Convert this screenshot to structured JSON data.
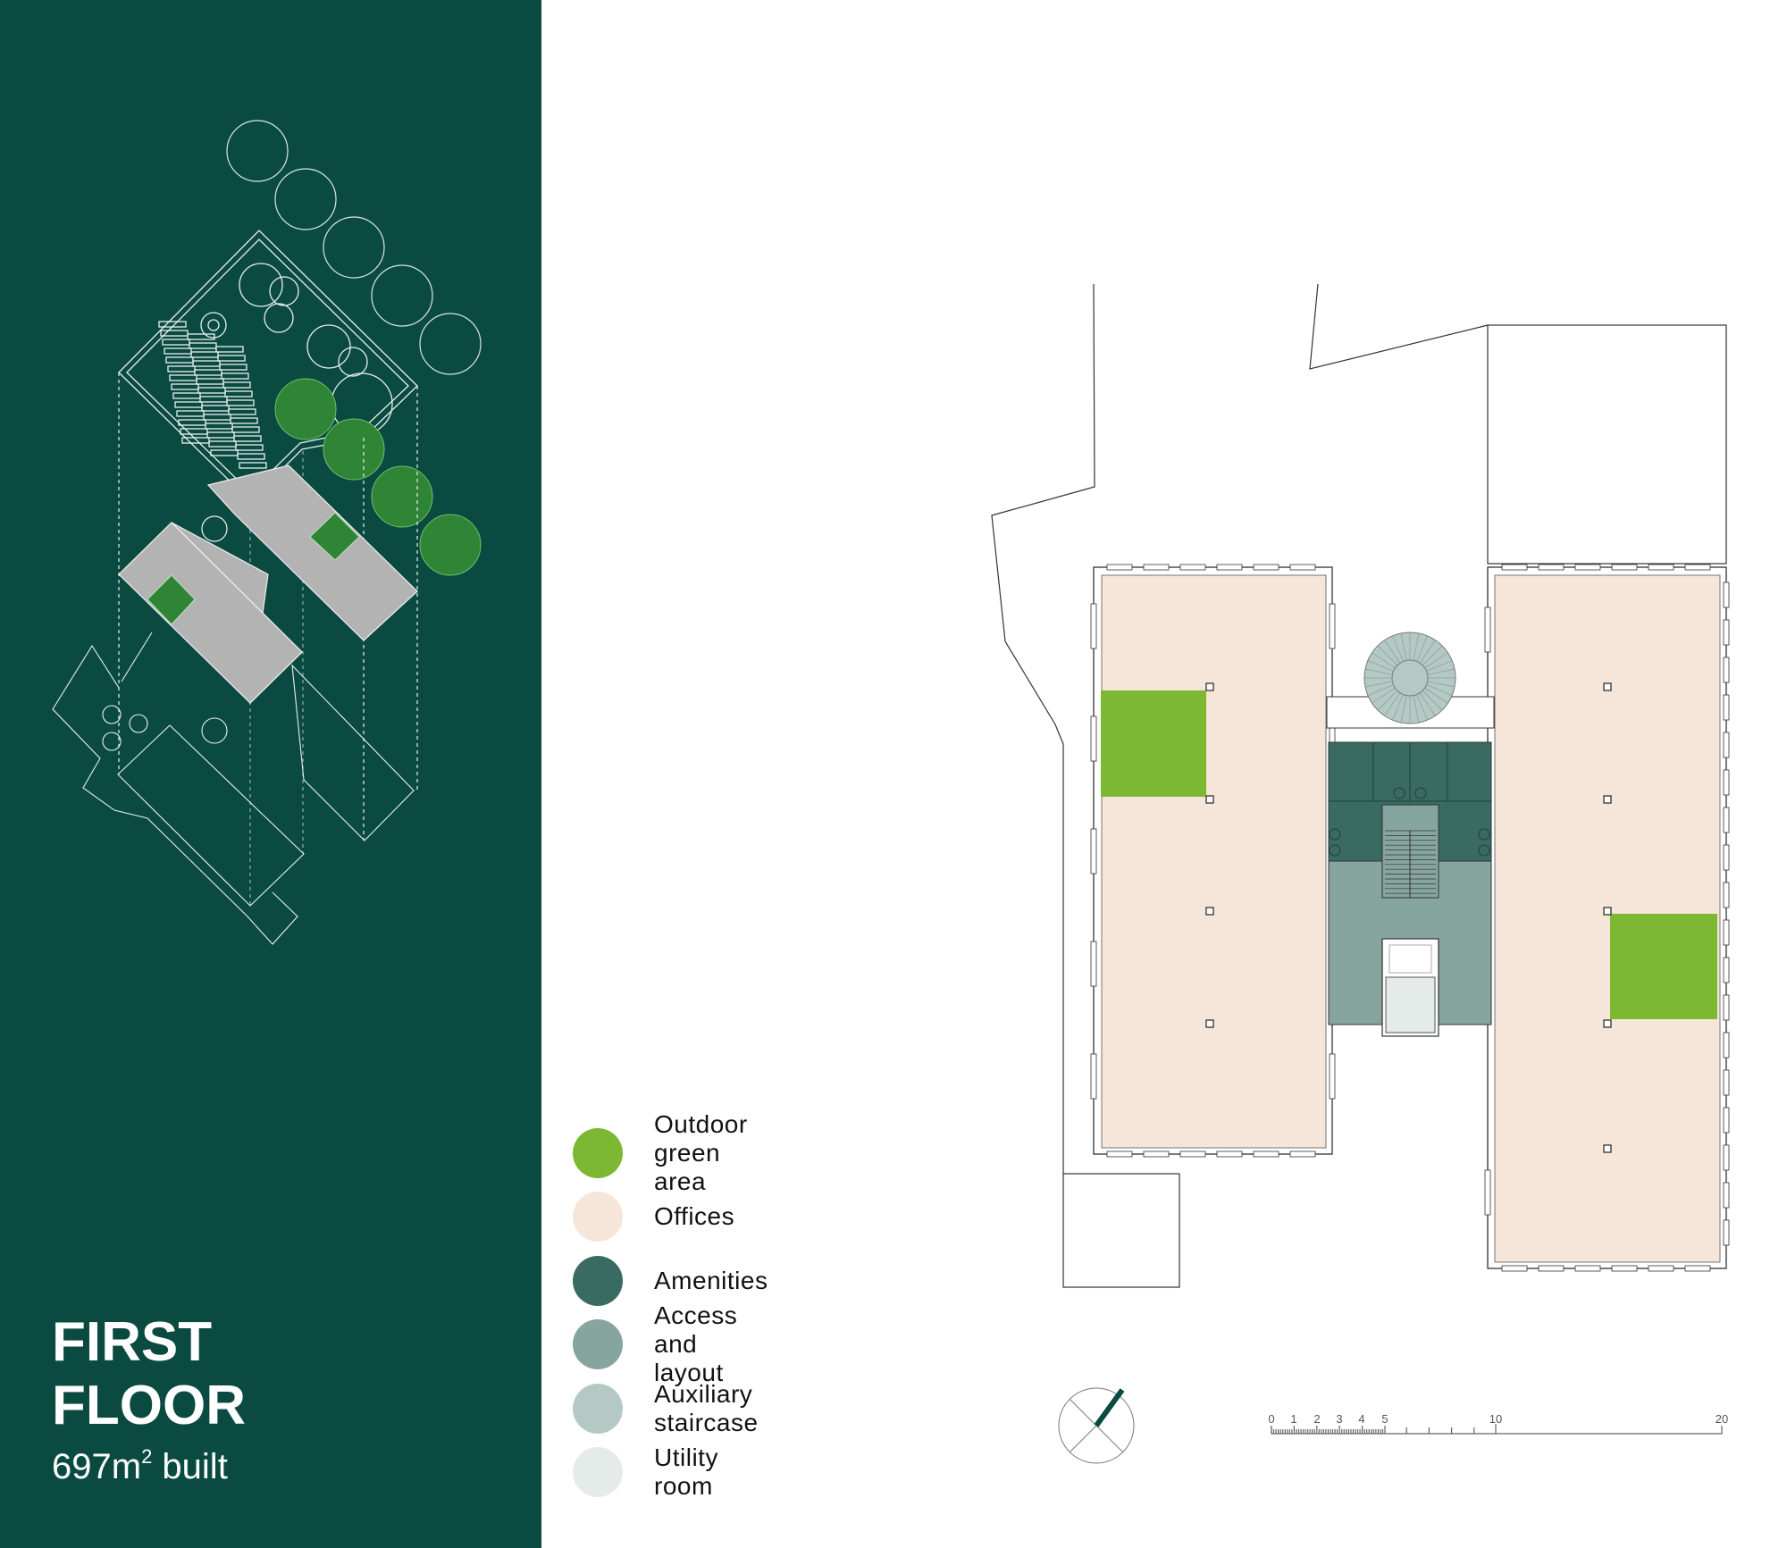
{
  "title": {
    "line1": "FIRST",
    "line2": "FLOOR",
    "area_value": "697m",
    "area_sup": "2",
    "area_suffix": " built"
  },
  "legend": [
    {
      "label": "Outdoor green area",
      "color": "#7db832"
    },
    {
      "label": "Offices",
      "color": "#f6e5d9"
    },
    {
      "label": "Amenities",
      "color": "#3a6b63"
    },
    {
      "label": "Access and layout",
      "color": "#86a59e"
    },
    {
      "label": "Auxiliary staircase",
      "color": "#b5c9c4"
    },
    {
      "label": "Utility room",
      "color": "#e5ebe9"
    }
  ],
  "scale_bar": {
    "labels": [
      "0",
      "1",
      "2",
      "3",
      "4",
      "5",
      "10",
      "20"
    ]
  },
  "compass": {
    "icon": "north-arrow-icon"
  },
  "colors": {
    "panel": "#0a4a40",
    "axo_slab": "#b3b3b3",
    "axo_green": "#2f8436",
    "line": "#333333"
  }
}
